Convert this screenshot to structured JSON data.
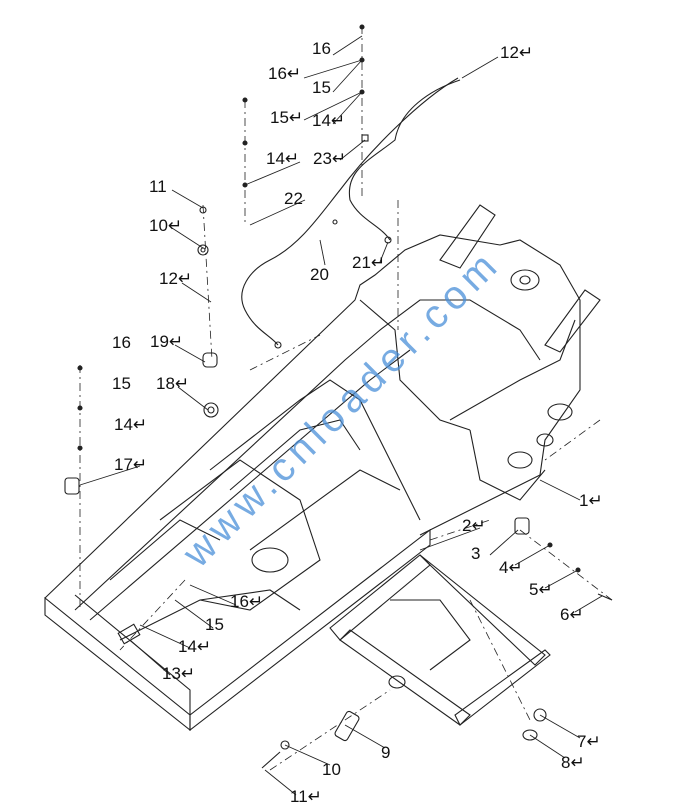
{
  "diagram": {
    "watermark": "www.cnloader.com",
    "line_color": "#222222",
    "watermark_color": "#4a90d9",
    "callouts": [
      {
        "id": "c16a",
        "text": "16"
      },
      {
        "id": "c16b",
        "text": "16↵"
      },
      {
        "id": "c15a",
        "text": "15"
      },
      {
        "id": "c15b",
        "text": "15↵"
      },
      {
        "id": "c14a",
        "text": "14↵"
      },
      {
        "id": "c14b",
        "text": "14↵"
      },
      {
        "id": "c23",
        "text": "23↵"
      },
      {
        "id": "c22",
        "text": "22"
      },
      {
        "id": "c20",
        "text": "20"
      },
      {
        "id": "c21",
        "text": "21↵"
      },
      {
        "id": "c12a",
        "text": "12↵"
      },
      {
        "id": "c11a",
        "text": "11"
      },
      {
        "id": "c10a",
        "text": "10↵"
      },
      {
        "id": "c12b",
        "text": "12↵"
      },
      {
        "id": "c16c",
        "text": "16"
      },
      {
        "id": "c19",
        "text": "19↵"
      },
      {
        "id": "c18",
        "text": "18↵"
      },
      {
        "id": "c15c",
        "text": "15"
      },
      {
        "id": "c14c",
        "text": "14↵"
      },
      {
        "id": "c17",
        "text": "17↵"
      },
      {
        "id": "c1",
        "text": "1↵"
      },
      {
        "id": "c2",
        "text": "2↵"
      },
      {
        "id": "c3",
        "text": "3"
      },
      {
        "id": "c4",
        "text": "4↵"
      },
      {
        "id": "c5",
        "text": "5↵"
      },
      {
        "id": "c6",
        "text": "6↵"
      },
      {
        "id": "c16d",
        "text": "16↵"
      },
      {
        "id": "c15d",
        "text": "15"
      },
      {
        "id": "c14d",
        "text": "14↵"
      },
      {
        "id": "c13",
        "text": "13↵"
      },
      {
        "id": "c7",
        "text": "7↵"
      },
      {
        "id": "c8",
        "text": "8↵"
      },
      {
        "id": "c9",
        "text": "9"
      },
      {
        "id": "c10b",
        "text": "10"
      },
      {
        "id": "c11b",
        "text": "11↵"
      }
    ]
  }
}
